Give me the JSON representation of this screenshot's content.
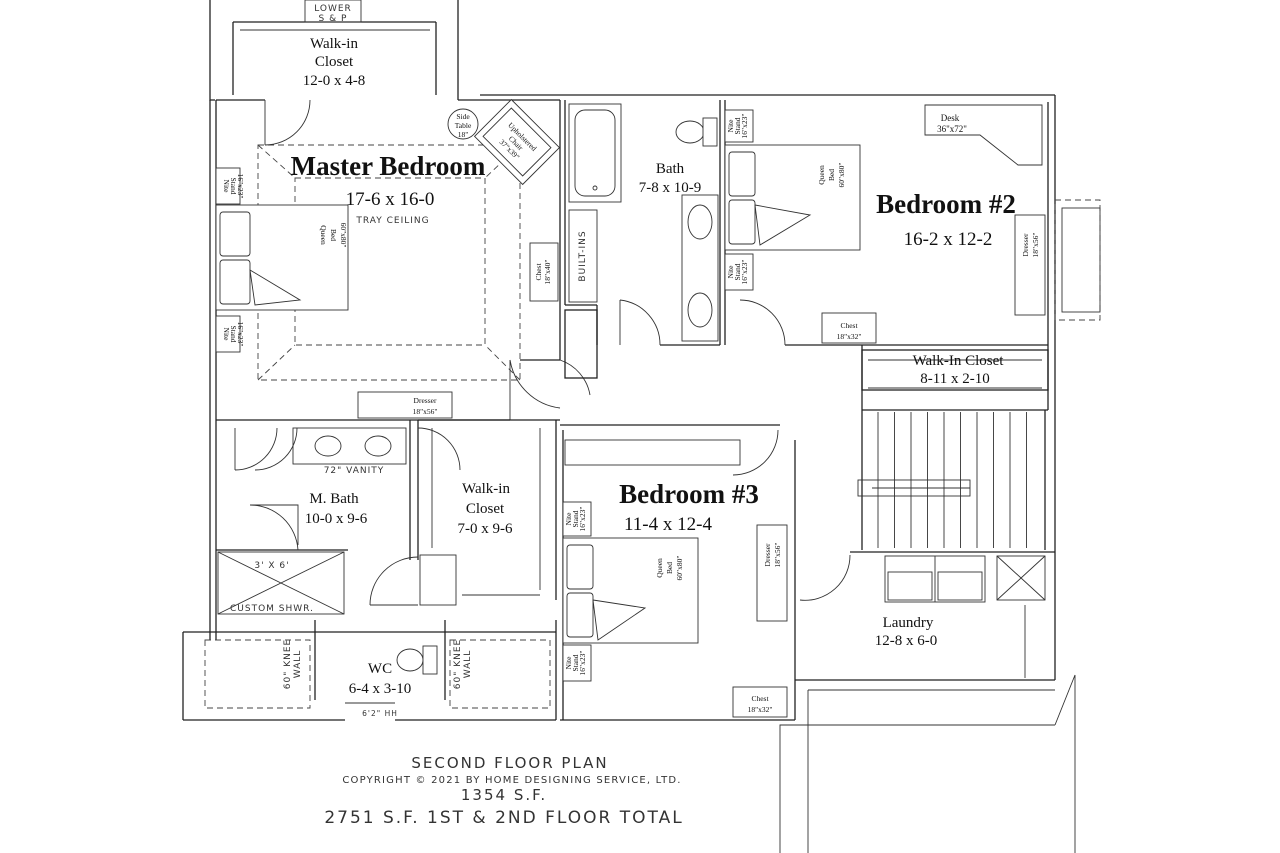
{
  "rooms": {
    "walkin_master": {
      "name1": "Walk-in",
      "name2": "Closet",
      "dim": "12-0 x 4-8"
    },
    "master": {
      "name": "Master Bedroom",
      "dim": "17-6 x 16-0",
      "ceiling": "TRAY CEILING"
    },
    "bath": {
      "name": "Bath",
      "dim": "7-8 x 10-9",
      "builtins": "BUILT-INS"
    },
    "bed2": {
      "name": "Bedroom #2",
      "dim": "16-2 x 12-2"
    },
    "walkin2": {
      "name": "Walk-In Closet",
      "dim": "8-11 x 2-10"
    },
    "mbath": {
      "name": "M. Bath",
      "dim": "10-0 x 9-6",
      "vanity": "72\" VANITY",
      "shower_size": "3' X 6'",
      "shower": "CUSTOM SHWR."
    },
    "walkin3": {
      "name1": "Walk-in",
      "name2": "Closet",
      "dim": "7-0 x 9-6"
    },
    "bed3": {
      "name": "Bedroom #3",
      "dim": "11-4 x 12-4"
    },
    "wc": {
      "name": "WC",
      "dim": "6-4 x 3-10",
      "hh": "6'2\" HH"
    },
    "laundry": {
      "name": "Laundry",
      "dim": "12-8 x 6-0"
    },
    "lower_sp": {
      "line1": "LOWER",
      "line2": "S & P"
    },
    "knee_wall_left": {
      "line1": "60\" KNEE",
      "line2": "WALL"
    },
    "knee_wall_right": {
      "line1": "60\" KNEE",
      "line2": "WALL"
    }
  },
  "furniture": {
    "nite_stand": {
      "line1": "Nite",
      "line2": "Stand",
      "line3": "16\"x23\""
    },
    "queen_bed": {
      "line1": "Queen",
      "line2": "Bed",
      "line3": "60\"x80\""
    },
    "side_table": {
      "line1": "Side",
      "line2": "Table",
      "line3": "18\""
    },
    "chair": {
      "line1": "Upholstered",
      "line2": "Chair",
      "line3": "37\"x39\""
    },
    "chest_master": {
      "line1": "Chest",
      "line2": "18\"x40\""
    },
    "dresser_master": {
      "line1": "Dresser",
      "line2": "18\"x56\""
    },
    "desk": {
      "line1": "Desk",
      "line2": "36\"x72\""
    },
    "dresser_bed2": {
      "line1": "Dresser",
      "line2": "18\"x56\""
    },
    "chest_bed2": {
      "line1": "Chest",
      "line2": "18\"x32\""
    },
    "dresser_bed3": {
      "line1": "Dresser",
      "line2": "18\"x56\""
    },
    "chest_bed3": {
      "line1": "Chest",
      "line2": "18\"x32\""
    }
  },
  "caption": {
    "title": "SECOND FLOOR PLAN",
    "copyright": "COPYRIGHT  ©  2021 BY HOME DESIGNING SERVICE, LTD.",
    "area": "1354 S.F.",
    "total": "2751 S.F. 1ST & 2ND FLOOR TOTAL"
  }
}
